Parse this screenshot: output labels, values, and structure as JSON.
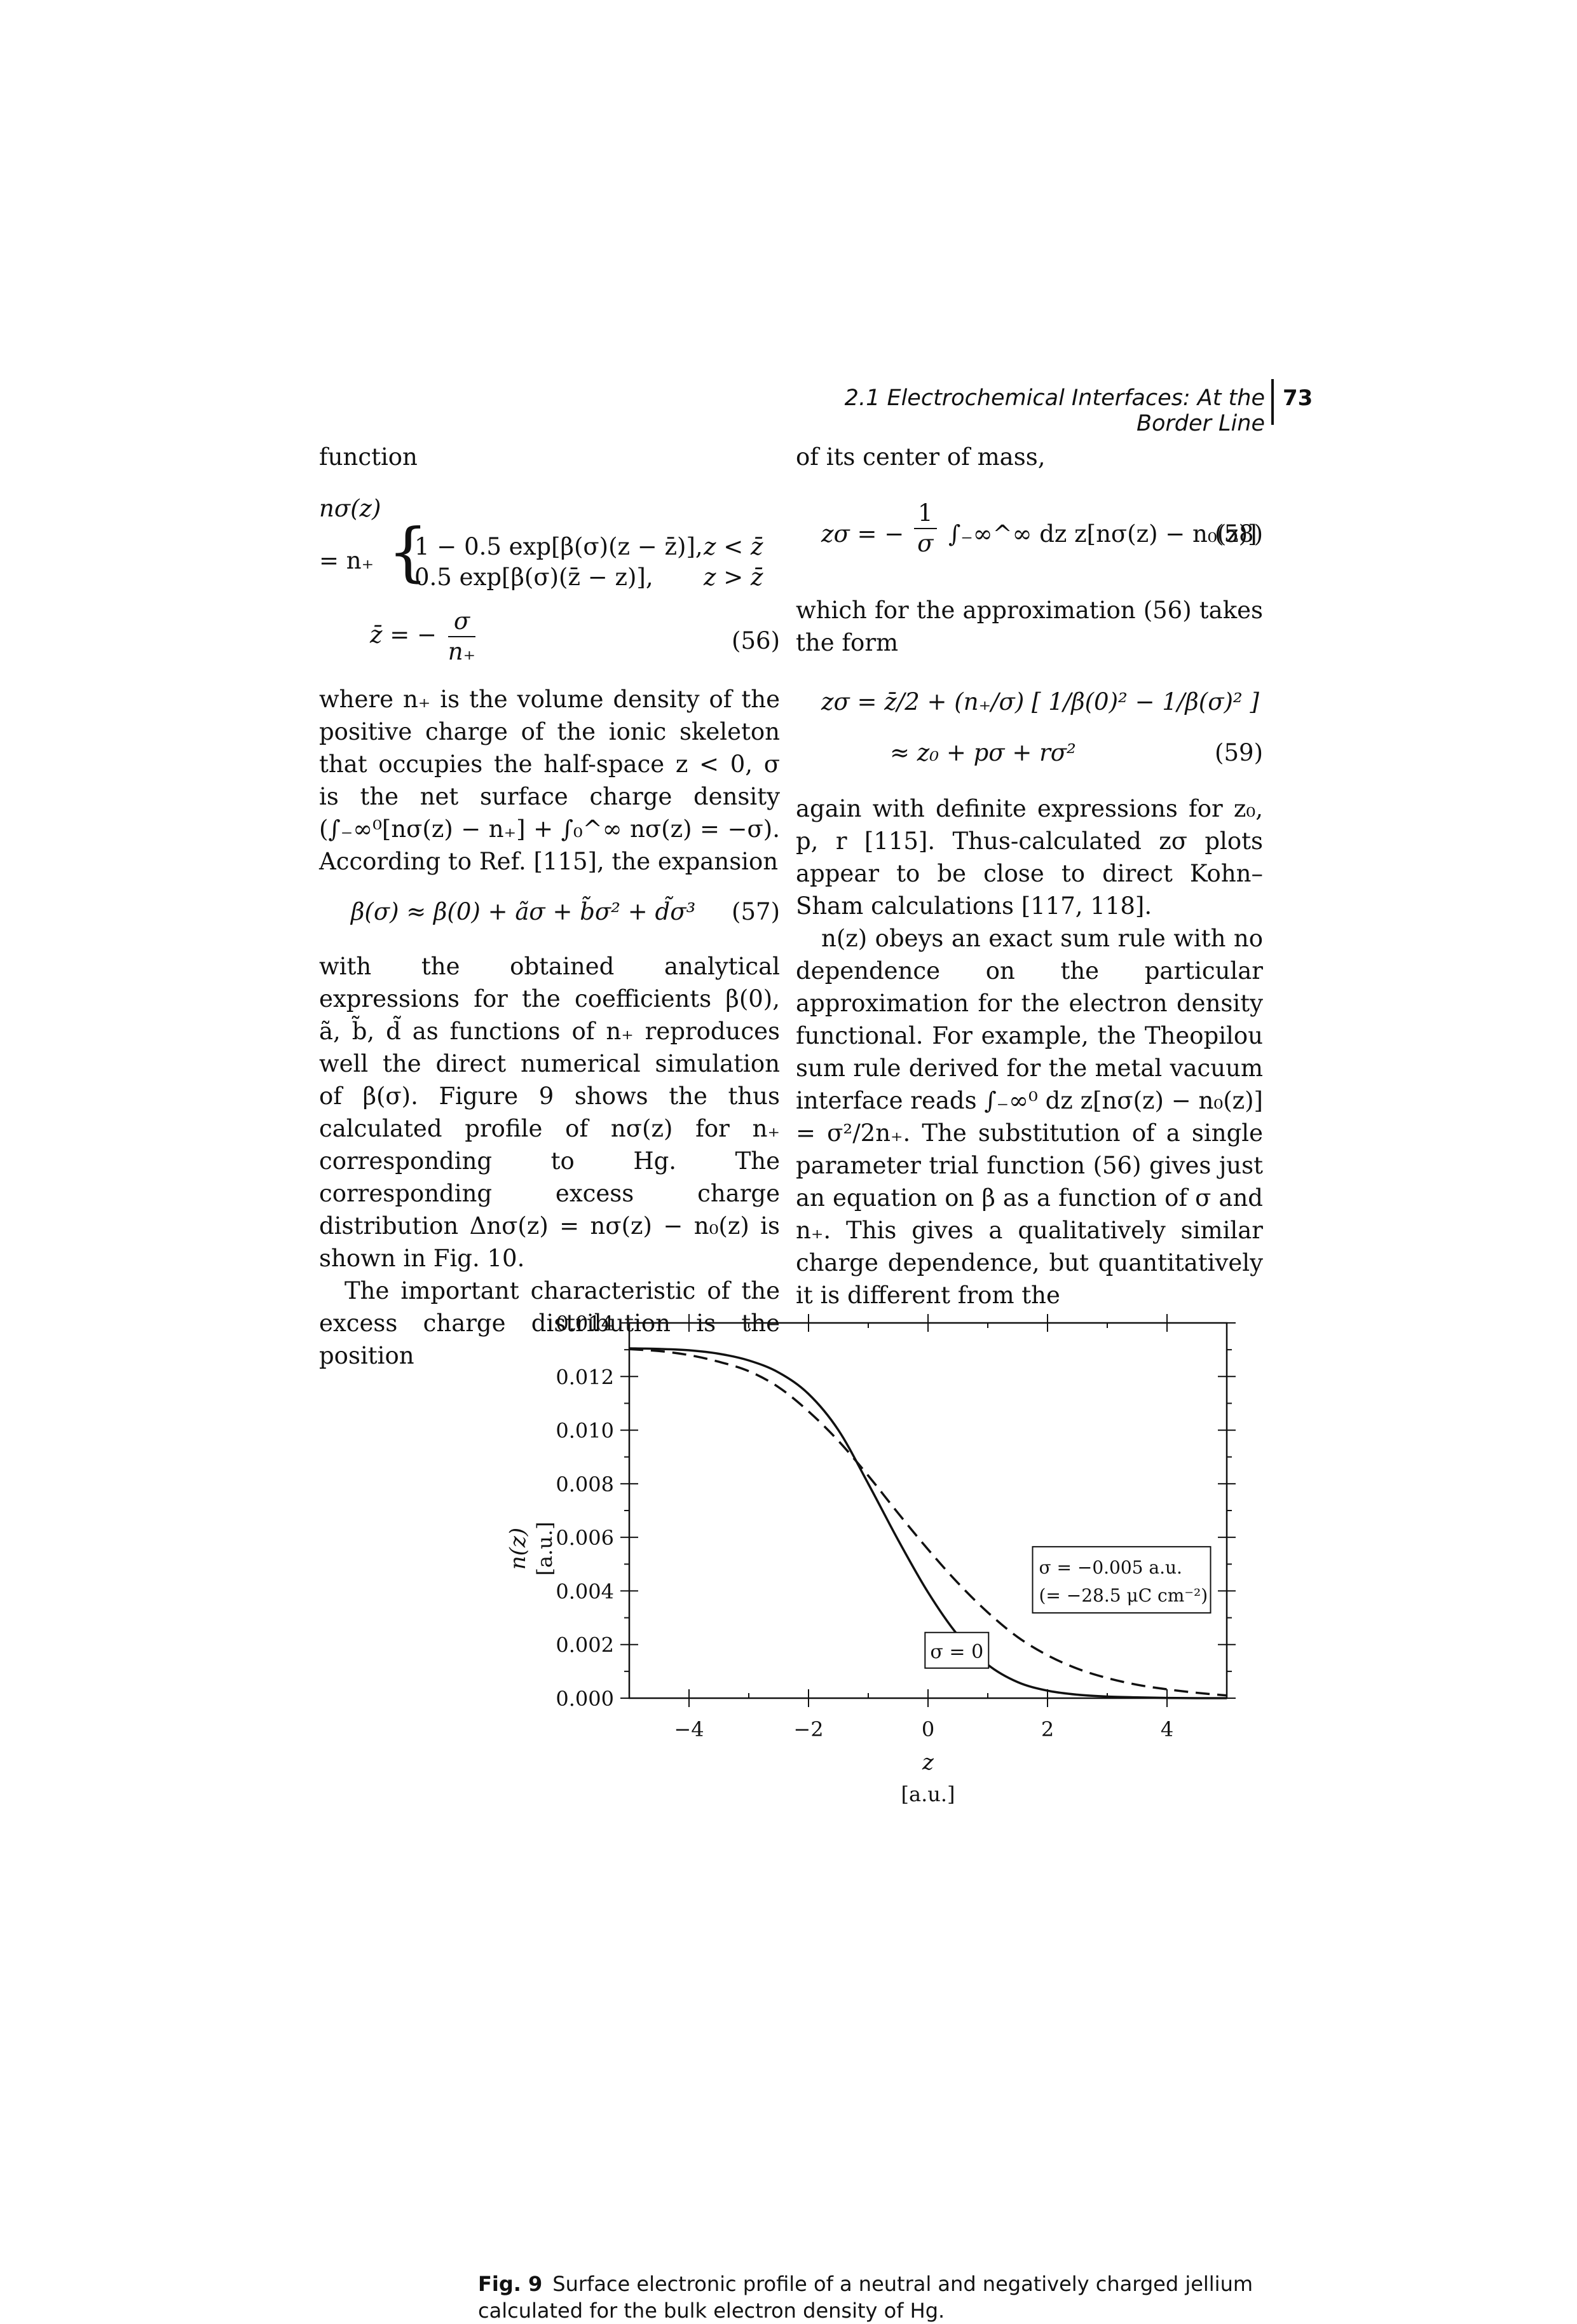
{
  "header": {
    "running_title": "2.1 Electrochemical Interfaces: At the Border Line",
    "page_number": "73"
  },
  "left_column": {
    "p_function": "function",
    "eq56_lhs": "nσ(z)",
    "eq56_eq": "= n₊",
    "eq56_case1": "1 − 0.5 exp[β(σ)(z − z̄)],",
    "eq56_cond1": "z < z̄",
    "eq56_case2": "0.5 exp[β(σ)(z̄ − z)],",
    "eq56_cond2": "z > z̄",
    "eq56_zbar_lhs": "z̄ = −",
    "eq56_zbar_num": "σ",
    "eq56_zbar_den": "n₊",
    "eq56_no": "(56)",
    "p_where": "where n₊ is the volume density of the positive charge of the ionic skeleton that occupies the half-space z < 0, σ is the net surface charge density (∫₋∞⁰[nσ(z) − n₊] + ∫₀^∞ nσ(z) = −σ). According to Ref. [115], the expansion",
    "eq57": "β(σ) ≈ β(0) + ãσ + b̃σ² + d̃σ³",
    "eq57_no": "(57)",
    "p_with": "with the obtained analytical expressions for the coefficients β(0), ã, b̃, d̃ as functions of n₊ reproduces well the direct numerical simulation of β(σ). Figure 9 shows the thus calculated profile of nσ(z) for n₊ corresponding to Hg. The corresponding excess charge distribution Δnσ(z) = nσ(z) − n₀(z) is shown in Fig. 10.",
    "p_important": "The important characteristic of the excess charge distribution is the position"
  },
  "right_column": {
    "p_of": "of its center of mass,",
    "eq58_lhs": "zσ = −",
    "eq58_num": "1",
    "eq58_den": "σ",
    "eq58_rhs": "∫₋∞^∞ dz z[nσ(z) − n₀(z)]",
    "eq58_no": "(58)",
    "p_which": "which for the approximation (56) takes the form",
    "eq59_line1": "zσ = z̄/2 + (n₊/σ) [ 1/β(0)² − 1/β(σ)² ]",
    "eq59_line2": "≈ z₀ + pσ + rσ²",
    "eq59_no": "(59)",
    "p_again": "again with definite expressions for z₀, p, r [115]. Thus-calculated zσ plots appear to be close to direct Kohn–Sham calculations [117, 118].",
    "p_nz": "n(z) obeys an exact sum rule with no dependence on the particular approximation for the electron density functional. For example, the Theopilou sum rule derived for the metal vacuum interface reads ∫₋∞⁰ dz z[nσ(z) − n₀(z)] = σ²/2n₊. The substitution of a single parameter trial function (56) gives just an equation on β as a function of σ and n₊. This gives a qualitatively similar charge dependence, but quantitatively it is different from the"
  },
  "figure": {
    "caption_label": "Fig. 9",
    "caption_text": "Surface electronic profile of a neutral and negatively charged jellium calculated for the bulk electron density of Hg."
  },
  "chart_data": {
    "type": "line",
    "xlabel_symbol": "z",
    "xlabel_unit": "[a.u.]",
    "ylabel_symbol": "n(z)",
    "ylabel_unit": "[a.u.]",
    "xlim": [
      -5,
      5
    ],
    "ylim": [
      0,
      0.014
    ],
    "x_ticks": [
      -4,
      -2,
      0,
      2,
      4
    ],
    "y_ticks": [
      "0.000",
      "0.002",
      "0.004",
      "0.006",
      "0.008",
      "0.010",
      "0.012",
      "0.014"
    ],
    "annotations": {
      "neutral": "σ = 0",
      "charged_line1": "σ = −0.005 a.u.",
      "charged_line2": "(= −28.5 μC cm⁻²)"
    },
    "series": [
      {
        "style": "solid",
        "x": [
          -5,
          -4.5,
          -4,
          -3.5,
          -3,
          -2.5,
          -2,
          -1.5,
          -1,
          -0.5,
          0,
          0.5,
          1,
          1.5,
          2,
          2.5,
          3,
          3.5,
          4,
          4.5,
          5
        ],
        "y": [
          0.01305,
          0.01303,
          0.01298,
          0.01285,
          0.0126,
          0.01215,
          0.01135,
          0.01,
          0.008,
          0.0059,
          0.00395,
          0.00235,
          0.00125,
          0.0006,
          0.00028,
          0.00013,
          6e-05,
          3e-05,
          1e-05,
          0.0,
          0.0
        ]
      },
      {
        "style": "dashed",
        "x": [
          -5,
          -4.5,
          -4,
          -3.5,
          -3,
          -2.5,
          -2,
          -1.5,
          -1,
          -0.5,
          0,
          0.5,
          1,
          1.5,
          2,
          2.5,
          3,
          3.5,
          4,
          4.5,
          5
        ],
        "y": [
          0.01302,
          0.01295,
          0.0128,
          0.01255,
          0.0122,
          0.0116,
          0.0107,
          0.0096,
          0.0083,
          0.0069,
          0.00555,
          0.0043,
          0.0032,
          0.00228,
          0.0016,
          0.0011,
          0.00075,
          0.0005,
          0.00033,
          0.0002,
          0.0001
        ]
      }
    ]
  }
}
